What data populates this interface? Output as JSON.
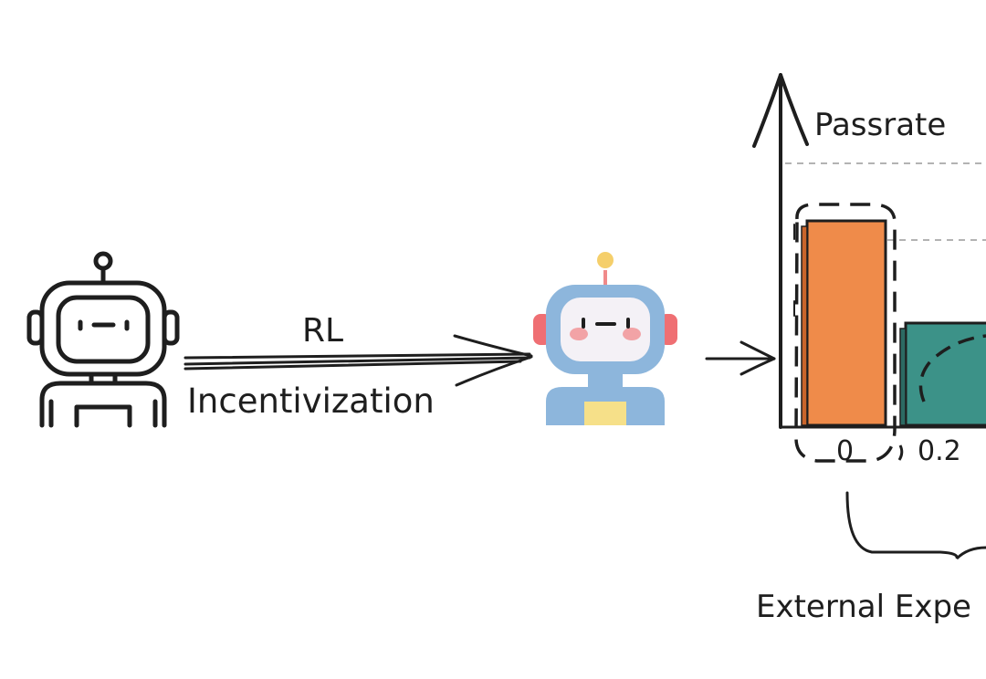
{
  "labels": {
    "arrow_top": "RL",
    "arrow_bottom": "Incentivization",
    "y_axis": "Passrate",
    "tick_0": "0",
    "tick_1": "0.2",
    "bottom_caption": "External Expe"
  },
  "chart_data": {
    "type": "bar",
    "categories": [
      "0",
      "0.2"
    ],
    "ylabel": "Passrate",
    "bar_fraction_of_axis": [
      1.0,
      0.5
    ],
    "colors": [
      "#ef8b4a",
      "#3c9288"
    ]
  },
  "colors": {
    "ink": "#1e1e1e",
    "robot_blue": "#8db6dc",
    "robot_face": "#f4f1f6",
    "robot_ears": "#ef6f73",
    "robot_cheeks": "#f2a3a6",
    "robot_antenna": "#f5cf6b",
    "robot_chest": "#f6e089",
    "bar_orange": "#ef8b4a",
    "bar_teal": "#3c9288"
  }
}
